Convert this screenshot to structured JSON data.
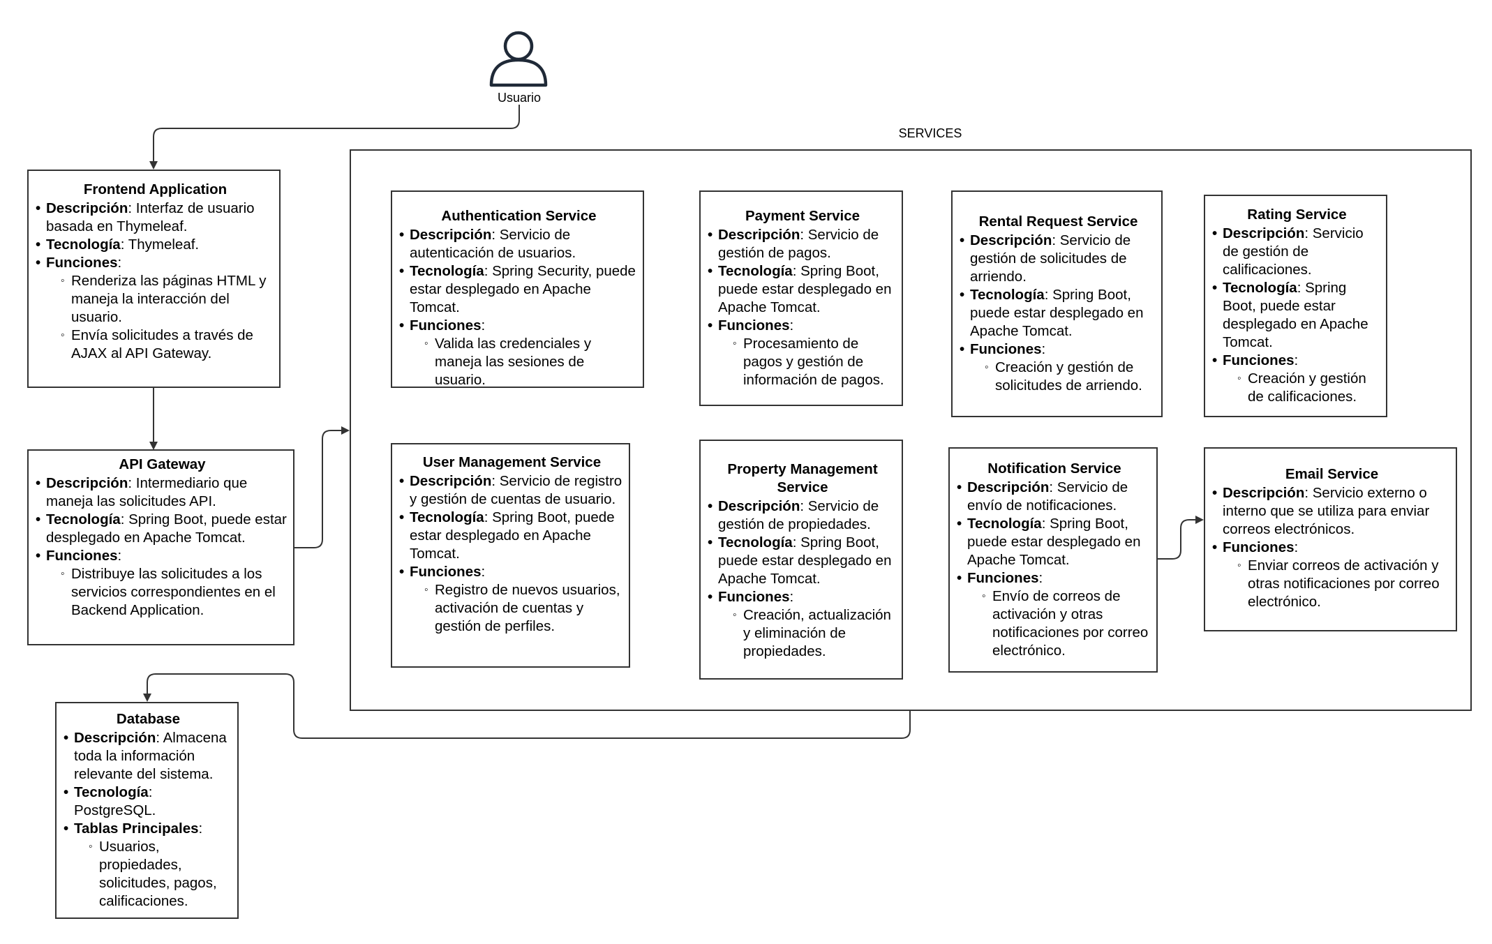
{
  "user": {
    "label": "Usuario"
  },
  "services_group": {
    "label": "SERVICES"
  },
  "components": {
    "frontend": {
      "title": "Frontend Application",
      "desc_key": "Descripción",
      "desc": ": Interfaz de usuario basada en Thymeleaf.",
      "tech_key": "Tecnología",
      "tech": ": Thymeleaf.",
      "func_key": "Funciones",
      "func_sep": ":",
      "functions": [
        "Renderiza las páginas HTML y maneja la interacción del usuario.",
        "Envía solicitudes a través de AJAX al API Gateway."
      ]
    },
    "api_gateway": {
      "title": "API Gateway",
      "desc_key": "Descripción",
      "desc": ": Intermediario que maneja las solicitudes API.",
      "tech_key": "Tecnología",
      "tech": ": Spring Boot, puede estar desplegado en Apache Tomcat.",
      "func_key": "Funciones",
      "func_sep": ":",
      "functions": [
        "Distribuye las solicitudes a los servicios correspondientes en el Backend Application."
      ]
    },
    "database": {
      "title": "Database",
      "desc_key": "Descripción",
      "desc": ": Almacena toda la información relevante del sistema.",
      "tech_key": "Tecnología",
      "tech": ": PostgreSQL.",
      "func_key": "Tablas Principales",
      "func_sep": ":",
      "functions": [
        "Usuarios, propiedades, solicitudes, pagos, calificaciones."
      ]
    },
    "auth": {
      "title": "Authentication Service",
      "desc_key": "Descripción",
      "desc": ": Servicio de autenticación de usuarios.",
      "tech_key": "Tecnología",
      "tech": ": Spring Security, puede estar desplegado en Apache Tomcat.",
      "func_key": "Funciones",
      "func_sep": ":",
      "functions": [
        "Valida las credenciales y maneja las sesiones de usuario."
      ]
    },
    "payment": {
      "title": "Payment Service",
      "desc_key": "Descripción",
      "desc": ": Servicio de gestión de pagos.",
      "tech_key": "Tecnología",
      "tech": ": Spring Boot, puede estar desplegado en Apache Tomcat.",
      "func_key": "Funciones",
      "func_sep": ":",
      "functions": [
        "Procesamiento de pagos y gestión de información de pagos."
      ]
    },
    "rental": {
      "title": "Rental Request Service",
      "desc_key": "Descripción",
      "desc": ": Servicio de gestión de solicitudes de arriendo.",
      "tech_key": "Tecnología",
      "tech": ": Spring Boot, puede estar desplegado en Apache Tomcat.",
      "func_key": "Funciones",
      "func_sep": ":",
      "functions": [
        "Creación y gestión de solicitudes de arriendo."
      ]
    },
    "rating": {
      "title": "Rating Service",
      "desc_key": "Descripción",
      "desc": ": Servicio de gestión de calificaciones.",
      "tech_key": "Tecnología",
      "tech": ": Spring Boot, puede estar desplegado en Apache Tomcat.",
      "func_key": "Funciones",
      "func_sep": ":",
      "functions": [
        "Creación y gestión de calificaciones."
      ]
    },
    "user_mgmt": {
      "title": "User Management Service",
      "desc_key": "Descripción",
      "desc": ": Servicio de registro y gestión de cuentas de usuario.",
      "tech_key": "Tecnología",
      "tech": ": Spring Boot, puede estar desplegado en Apache Tomcat.",
      "func_key": "Funciones",
      "func_sep": ":",
      "functions": [
        "Registro de nuevos usuarios, activación de cuentas y gestión de perfiles."
      ]
    },
    "property": {
      "title": "Property Management Service",
      "desc_key": "Descripción",
      "desc": ": Servicio de gestión de propiedades.",
      "tech_key": "Tecnología",
      "tech": ": Spring Boot, puede estar desplegado en Apache Tomcat.",
      "func_key": "Funciones",
      "func_sep": ":",
      "functions": [
        "Creación, actualización y eliminación de propiedades."
      ]
    },
    "notification": {
      "title": "Notification Service",
      "desc_key": "Descripción",
      "desc": ": Servicio de envío de notificaciones.",
      "tech_key": "Tecnología",
      "tech": ": Spring Boot, puede estar desplegado en Apache Tomcat.",
      "func_key": "Funciones",
      "func_sep": ":",
      "functions": [
        "Envío de correos de activación y otras notificaciones por correo electrónico."
      ]
    },
    "email": {
      "title": "Email Service",
      "desc_key": "Descripción",
      "desc": ": Servicio externo o interno que se utiliza para enviar correos electrónicos.",
      "func_key": "Funciones",
      "func_sep": ":",
      "functions": [
        "Enviar correos de activación y otras notificaciones por correo electrónico."
      ]
    }
  },
  "colors": {
    "stroke": "#333333",
    "background": "#ffffff",
    "text": "#000000"
  }
}
